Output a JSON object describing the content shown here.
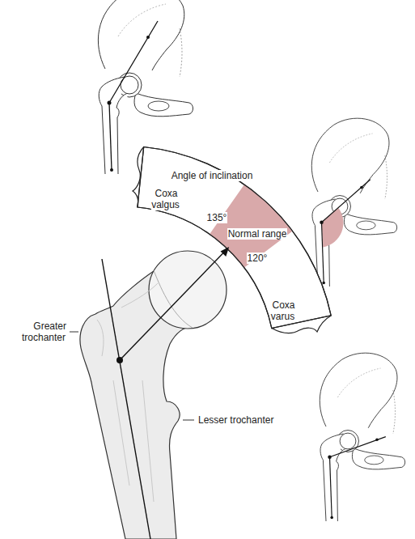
{
  "diagram": {
    "labels": [
      "Angle of inclination",
      "Coxa valgus",
      "135°",
      "Normal range",
      "120°",
      "Coxa varus",
      "Greater trochanter",
      "Lesser trochanter"
    ]
  }
}
